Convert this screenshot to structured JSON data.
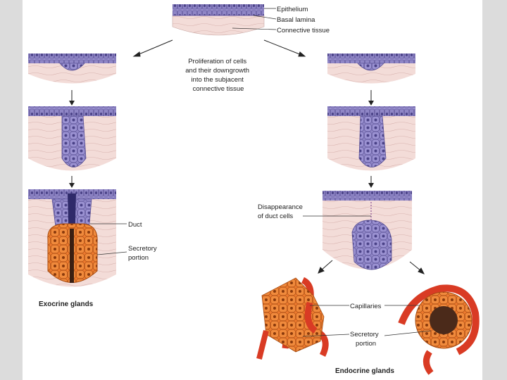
{
  "labels": {
    "epithelium": "Epithelium",
    "basal_lamina": "Basal lamina",
    "connective_tissue": "Connective tissue",
    "proliferation": [
      "Proliferation of cells",
      "and their downgrowth",
      "into the subjacent",
      "connective tissue"
    ],
    "disappearance": [
      "Disappearance",
      "of duct cells"
    ],
    "duct": "Duct",
    "secretory_portion_exo": [
      "Secretory",
      "portion"
    ],
    "exocrine": "Exocrine glands",
    "capillaries": "Capillaries",
    "secretory_portion_endo": [
      "Secretory",
      "portion"
    ],
    "endocrine": "Endocrine glands"
  },
  "colors": {
    "epithelium": "#8f86c6",
    "epithelium_dark": "#5a5195",
    "connective": "#f1d9d6",
    "secretory": "#ee7a2e",
    "capillary": "#d93b24",
    "duct": "#2f2a6a"
  }
}
